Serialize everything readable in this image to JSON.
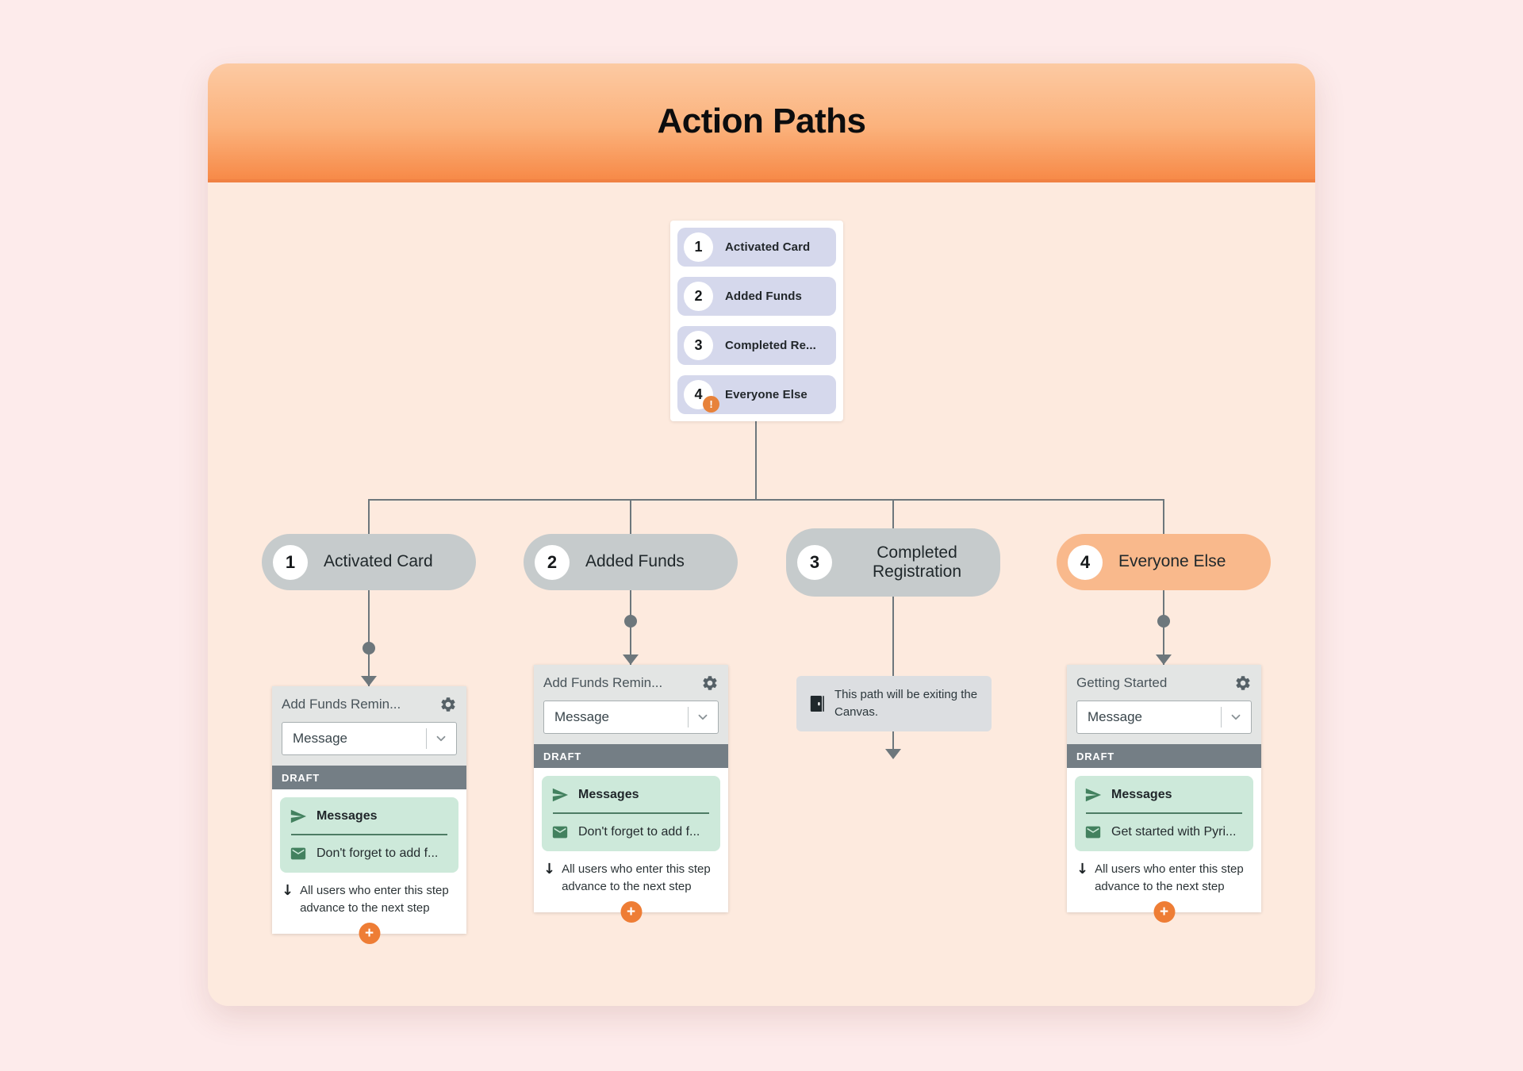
{
  "title": "Action Paths",
  "icons": {
    "plus": "+",
    "warning": "!",
    "down_arrow": "↓"
  },
  "steps_panel": {
    "items": [
      {
        "num": "1",
        "label": "Activated Card"
      },
      {
        "num": "2",
        "label": "Added Funds"
      },
      {
        "num": "3",
        "label": "Completed Re..."
      },
      {
        "num": "4",
        "label": "Everyone Else",
        "warning": true
      }
    ]
  },
  "paths": [
    {
      "num": "1",
      "label": "Activated Card",
      "variant": "gray"
    },
    {
      "num": "2",
      "label": "Added Funds",
      "variant": "gray"
    },
    {
      "num": "3",
      "label": "Completed Registration",
      "variant": "gray"
    },
    {
      "num": "4",
      "label": "Everyone Else",
      "variant": "orange"
    }
  ],
  "cards": [
    {
      "title": "Add Funds Remin...",
      "select_value": "Message",
      "status": "DRAFT",
      "section_label": "Messages",
      "message_label": "Don't forget to add f...",
      "footer": "All users who enter this step advance to the next step"
    },
    {
      "title": "Add Funds Remin...",
      "select_value": "Message",
      "status": "DRAFT",
      "section_label": "Messages",
      "message_label": "Don't forget to add f...",
      "footer": "All users who enter this step advance to the next step"
    },
    {
      "title": "Getting Started",
      "select_value": "Message",
      "status": "DRAFT",
      "section_label": "Messages",
      "message_label": "Get started with Pyri...",
      "footer": "All users who enter this step advance to the next step"
    }
  ],
  "exit_note": {
    "text": "This path will be exiting the Canvas."
  },
  "colors": {
    "page_background": "#fdebeb",
    "canvas_background": "#fdeade",
    "header_gradient_start": "#fccaa3",
    "header_gradient_end": "#f78a48",
    "accent_orange": "#ee7d35",
    "warning_orange": "#e7823b",
    "pill_orange": "#f9b98c",
    "pill_gray": "#c6cbcc",
    "step_row_lavender": "#d5d8ec",
    "draft_bar_gray": "#747e85",
    "message_green_bg": "#cde9da",
    "message_icon_green": "#43815f",
    "connector_gray": "#6d777c"
  }
}
